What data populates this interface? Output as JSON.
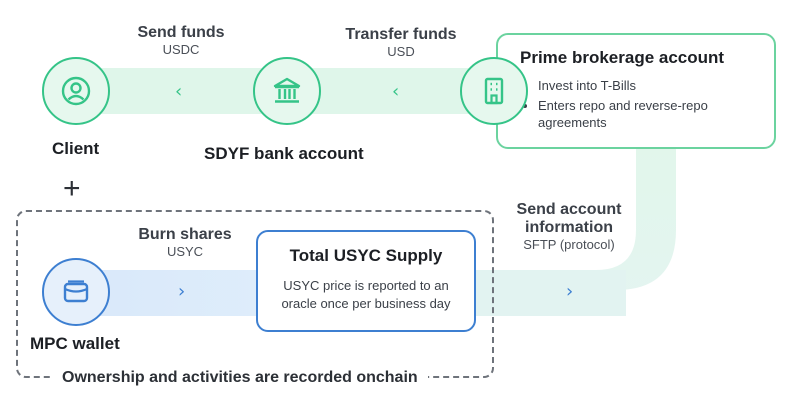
{
  "nodes": {
    "client": {
      "label": "Client",
      "icon": "user-icon"
    },
    "bank": {
      "label": "SDYF bank account",
      "icon": "bank-icon"
    },
    "prime": {
      "title": "Prime brokerage account",
      "icon": "building-icon",
      "bullets": [
        "Invest into T-Bills",
        "Enters repo and reverse-repo agreements"
      ]
    },
    "mpc": {
      "label": "MPC wallet",
      "icon": "wallet-icon"
    },
    "supply": {
      "title": "Total USYC Supply",
      "description": "USYC price is reported to an oracle once per business day"
    }
  },
  "flows": {
    "send_funds": {
      "title": "Send funds",
      "sub": "USDC"
    },
    "transfer_funds": {
      "title": "Transfer funds",
      "sub": "USD"
    },
    "burn_shares": {
      "title": "Burn shares",
      "sub": "USYC"
    },
    "send_info": {
      "title_line1": "Send account",
      "title_line2": "information",
      "sub": "SFTP (protocol)"
    }
  },
  "plus_sign": "+",
  "region_caption": "Ownership and activities are recorded onchain",
  "colors": {
    "green": "#35c488",
    "green_light": "#dff6ea",
    "blue": "#3d7fd1",
    "blue_light": "#dde9f8",
    "dash": "#6e737b"
  }
}
